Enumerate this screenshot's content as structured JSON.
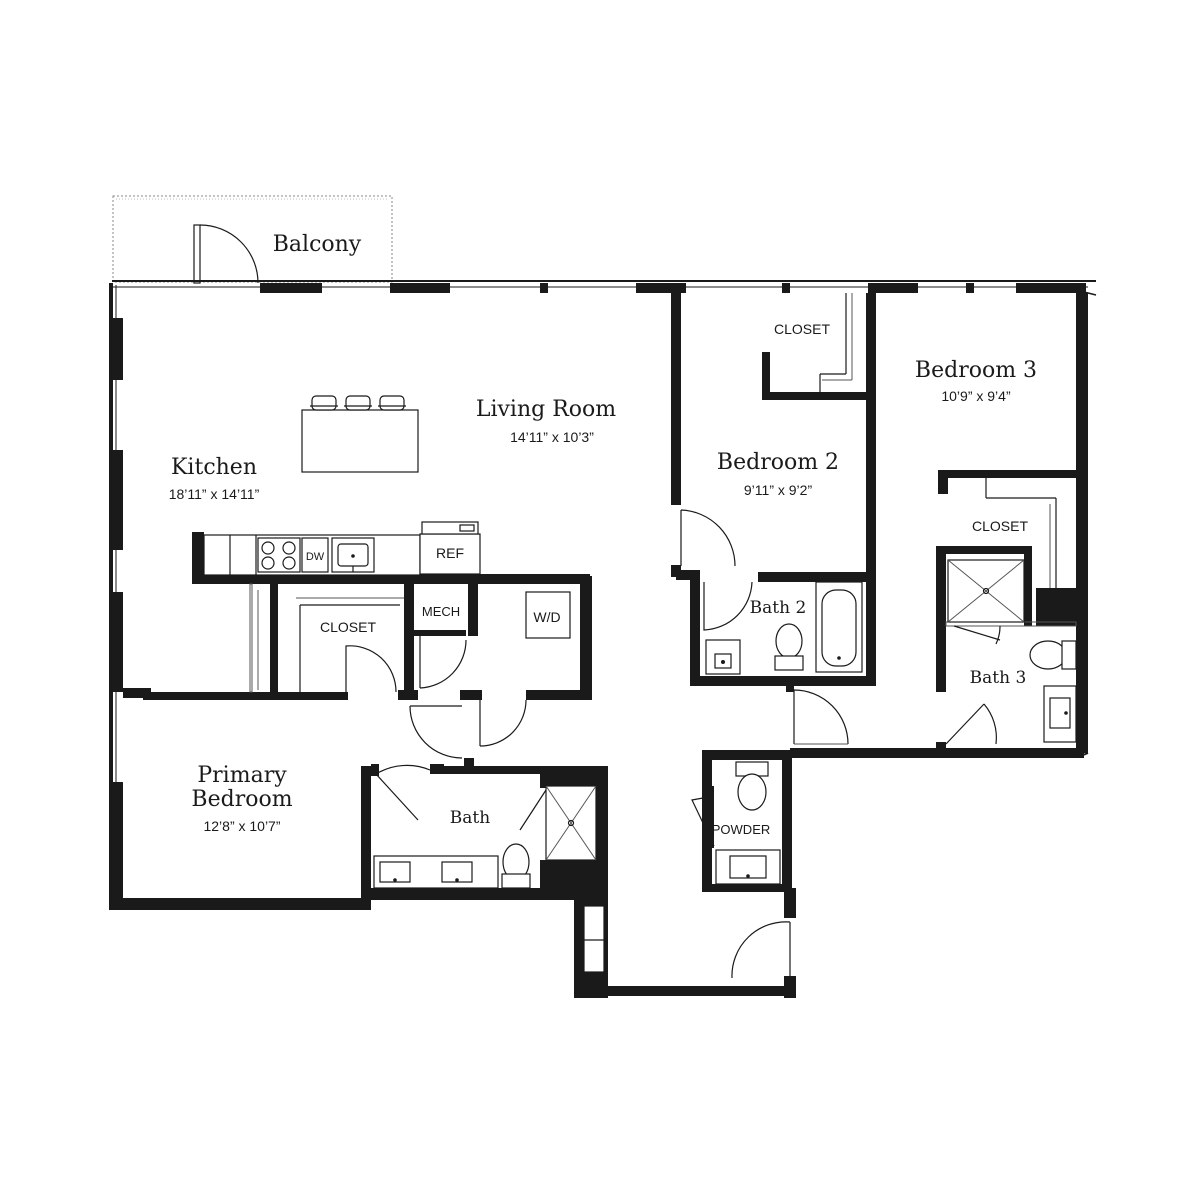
{
  "rooms": {
    "balcony": {
      "name": "Balcony"
    },
    "living": {
      "name": "Living Room",
      "dims": "14’11” x 10’3”"
    },
    "kitchen": {
      "name": "Kitchen",
      "dims": "18’11” x 14’11”"
    },
    "bedroom2": {
      "name": "Bedroom 2",
      "dims": "9’11” x 9’2”"
    },
    "bedroom3": {
      "name": "Bedroom 3",
      "dims": "10’9” x 9’4”"
    },
    "primary": {
      "name_line1": "Primary",
      "name_line2": "Bedroom",
      "dims": "12’8” x 10’7”"
    },
    "bath": {
      "name": "Bath"
    },
    "bath2": {
      "name": "Bath 2"
    },
    "bath3": {
      "name": "Bath 3"
    }
  },
  "labels": {
    "closet_bed2": "CLOSET",
    "closet_bed3": "CLOSET",
    "closet_primary": "CLOSET",
    "mech": "MECH",
    "wd": "W/D",
    "ref": "REF",
    "dw": "DW",
    "powder": "POWDER"
  }
}
